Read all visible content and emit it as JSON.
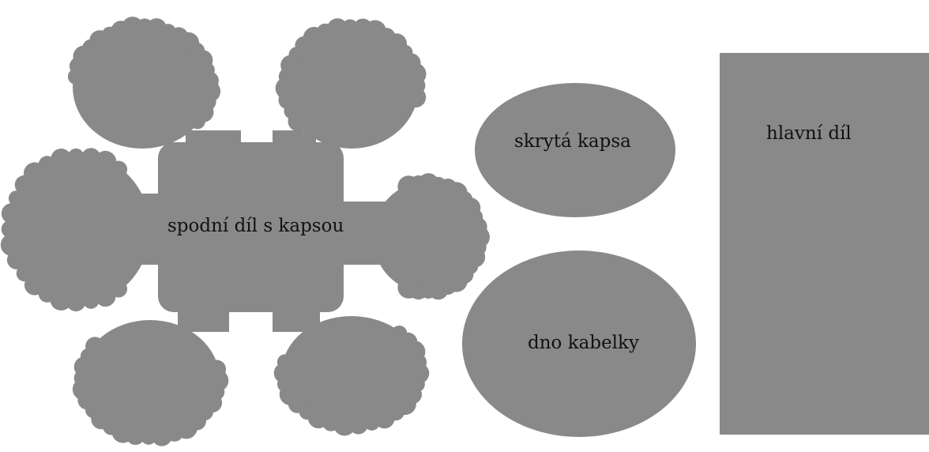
{
  "colors": {
    "background": "#ffffff",
    "piece_fill": "#898989",
    "label_text": "#111111"
  },
  "pieces": {
    "flower": {
      "label": "spodní díl s kapsou"
    },
    "pocket": {
      "label": "skrytá kapsa"
    },
    "bottom": {
      "label": "dno kabelky"
    },
    "main": {
      "label": "hlavní díl"
    }
  }
}
